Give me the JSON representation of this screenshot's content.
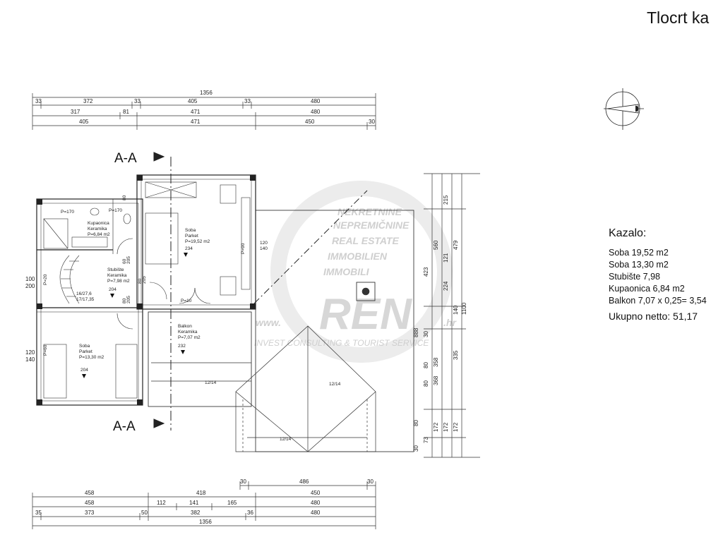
{
  "title": "Tlocrt ka",
  "legend": {
    "title": "Kazalo:",
    "items": [
      "Soba 19,52 m2",
      "Soba 13,30 m2",
      "Stubište 7,98",
      "Kupaonica 6,84 m2",
      "Balkon 7,07 x 0,25= 3,54"
    ],
    "total": "Ukupno netto: 51,17"
  },
  "section_label": "A-A",
  "rooms": [
    {
      "name": "Kupaonica",
      "floor": "Keramika",
      "area": "P=6,84 m2"
    },
    {
      "name": "Soba",
      "floor": "Parket",
      "area": "P=19,52 m2"
    },
    {
      "name": "Stubište",
      "floor": "Keramika",
      "area": "P=7,98 m2"
    },
    {
      "name": "Balkon",
      "floor": "Keramika",
      "area": "P=7,07 m2"
    },
    {
      "name": "Soba",
      "floor": "Parket",
      "area": "P=13,30 m2"
    }
  ],
  "room_level_marks": [
    "204",
    "232",
    "234",
    "204"
  ],
  "watermark": {
    "lines": [
      "NEKRETNINE",
      "NEPREMIČNINE",
      "REAL ESTATE",
      "IMMOBILIEN",
      "IMMOBILI"
    ],
    "brand": "REN",
    "prefix": "www.",
    "suffix": ".hr",
    "tagline": "INVEST CONSULTING & TOURIST SERVICE"
  },
  "annotations": [
    "P=170",
    "P=170",
    "P=20",
    "P=90",
    "P=10",
    "P=60",
    "16/27,6",
    "17/17,35",
    "12/14",
    "12/14",
    "12/14"
  ],
  "dims_top": {
    "row1": [
      "1356"
    ],
    "row2": [
      "33",
      "372",
      "33",
      "405",
      "33",
      "480"
    ],
    "row3": [
      "317",
      "81",
      "471",
      "480"
    ],
    "row4": [
      "405",
      "471",
      "450",
      "30"
    ]
  },
  "dims_bottom": {
    "row1": [
      "30",
      "486",
      "30"
    ],
    "row2": [
      "458",
      "418",
      "450"
    ],
    "row3": [
      "458",
      "112",
      "141",
      "165",
      "480"
    ],
    "row4": [
      "35",
      "373",
      "50",
      "382",
      "36",
      "480"
    ],
    "row5": [
      "1356"
    ]
  },
  "dims_left": [
    "100",
    "200",
    "120",
    "140"
  ],
  "dims_inner": [
    "80",
    "60",
    "205",
    "80",
    "205",
    "80",
    "205",
    "120",
    "140"
  ],
  "dims_right": [
    "215",
    "560",
    "479",
    "121",
    "224",
    "423",
    "140",
    "1100",
    "888",
    "30",
    "358",
    "335",
    "80",
    "368",
    "80",
    "172",
    "172",
    "73",
    "80",
    "172",
    "30"
  ]
}
